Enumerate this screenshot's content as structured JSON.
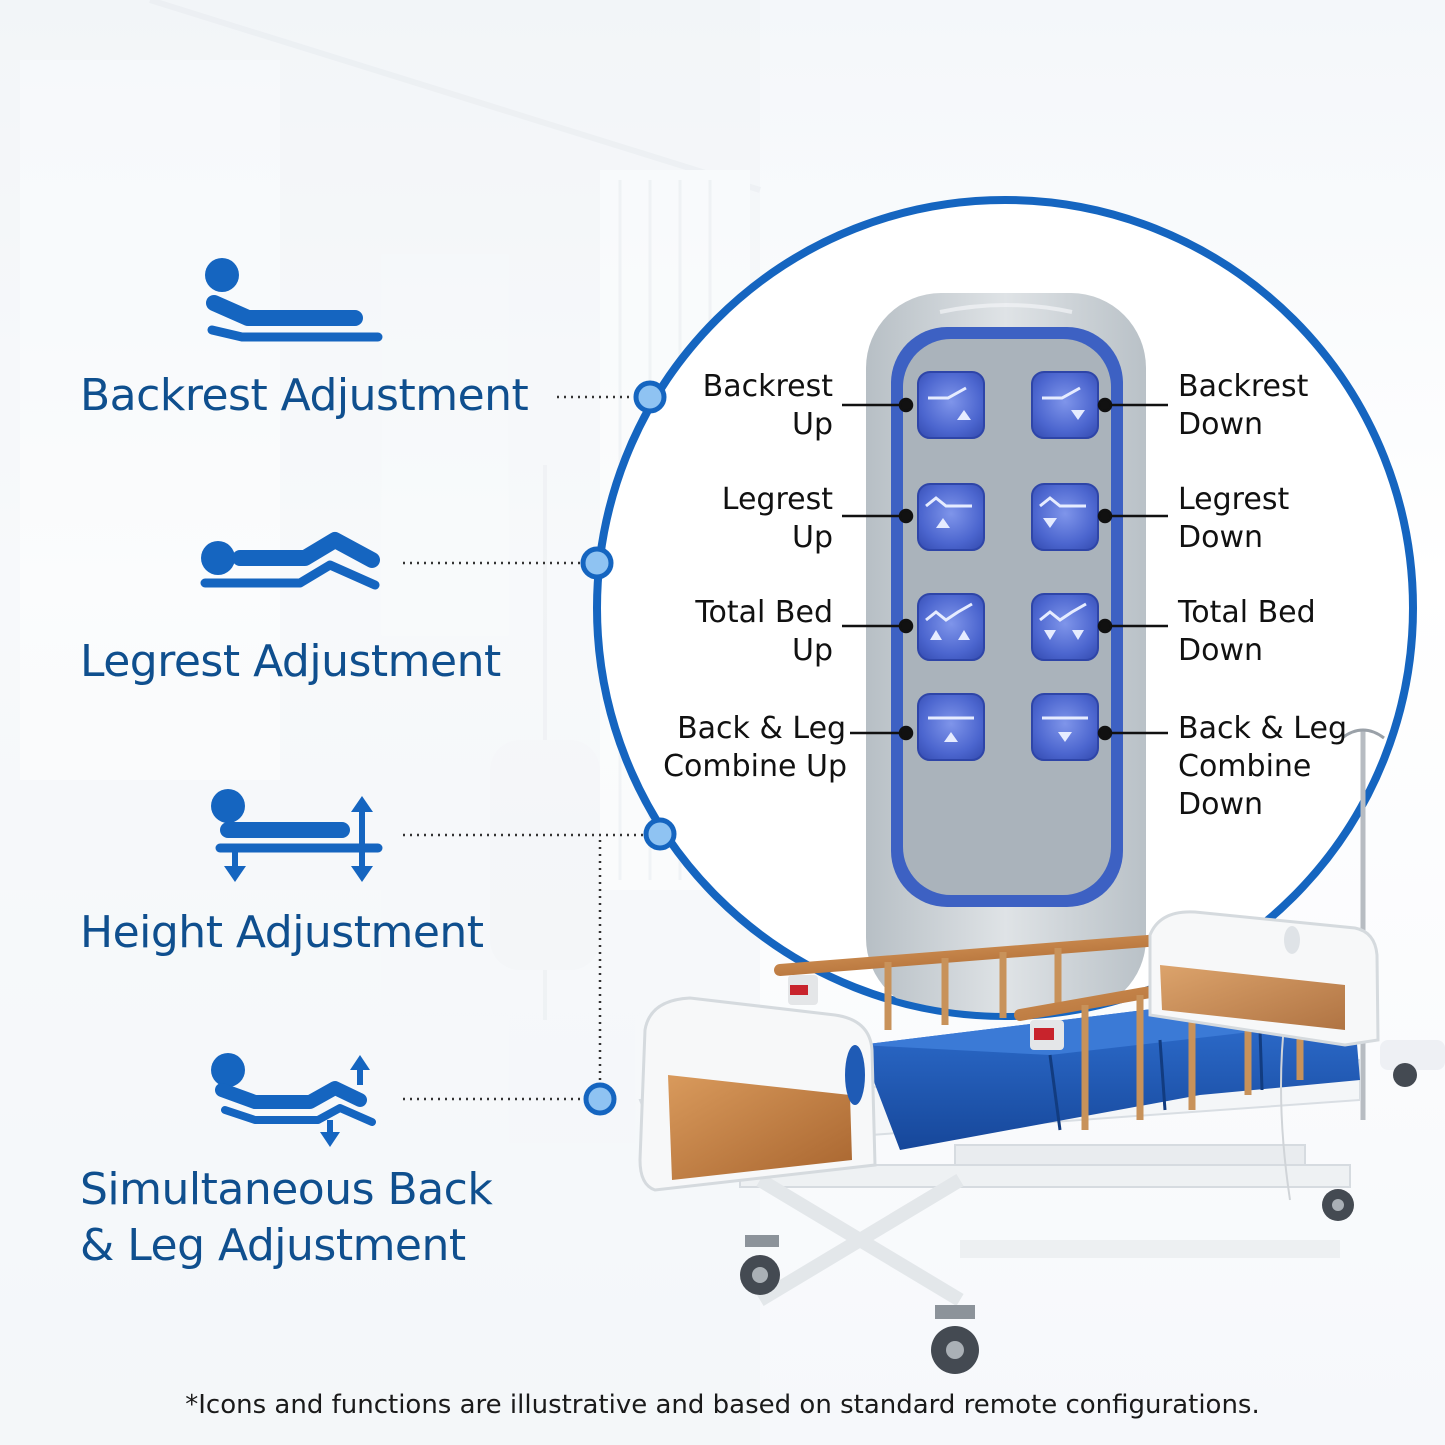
{
  "features": {
    "backrest": {
      "title": "Backrest Adjustment",
      "icon": "backrest-icon"
    },
    "legrest": {
      "title": "Legrest Adjustment",
      "icon": "legrest-icon"
    },
    "height": {
      "title": "Height Adjustment",
      "icon": "height-icon"
    },
    "combo": {
      "line1": "Simultaneous Back",
      "line2": "& Leg Adjustment",
      "icon": "back-leg-combo-icon"
    }
  },
  "buttons": {
    "backrest_up": {
      "line1": "Backrest",
      "line2": "Up"
    },
    "backrest_down": {
      "line1": "Backrest",
      "line2": "Down"
    },
    "legrest_up": {
      "line1": "Legrest",
      "line2": "Up"
    },
    "legrest_down": {
      "line1": "Legrest",
      "line2": "Down"
    },
    "total_up": {
      "line1": "Total Bed",
      "line2": "Up"
    },
    "total_down": {
      "line1": "Total Bed",
      "line2": "Down"
    },
    "combine_up": {
      "line1": "Back & Leg",
      "line2": "Combine Up"
    },
    "combine_down": {
      "line1": "Back & Leg",
      "line2": "Combine",
      "line3": "Down"
    }
  },
  "footnote": "*Icons and functions are illustrative and based on standard remote configurations.",
  "colors": {
    "brand_blue": "#1565c0",
    "title_blue": "#0f4f8e",
    "remote_gray": "#c9cfd3",
    "remote_panel": "#a9b2ba",
    "button_blue": "#4a66cf",
    "mattress_blue": "#1f5bb5",
    "rail_wood": "#c8925a"
  }
}
